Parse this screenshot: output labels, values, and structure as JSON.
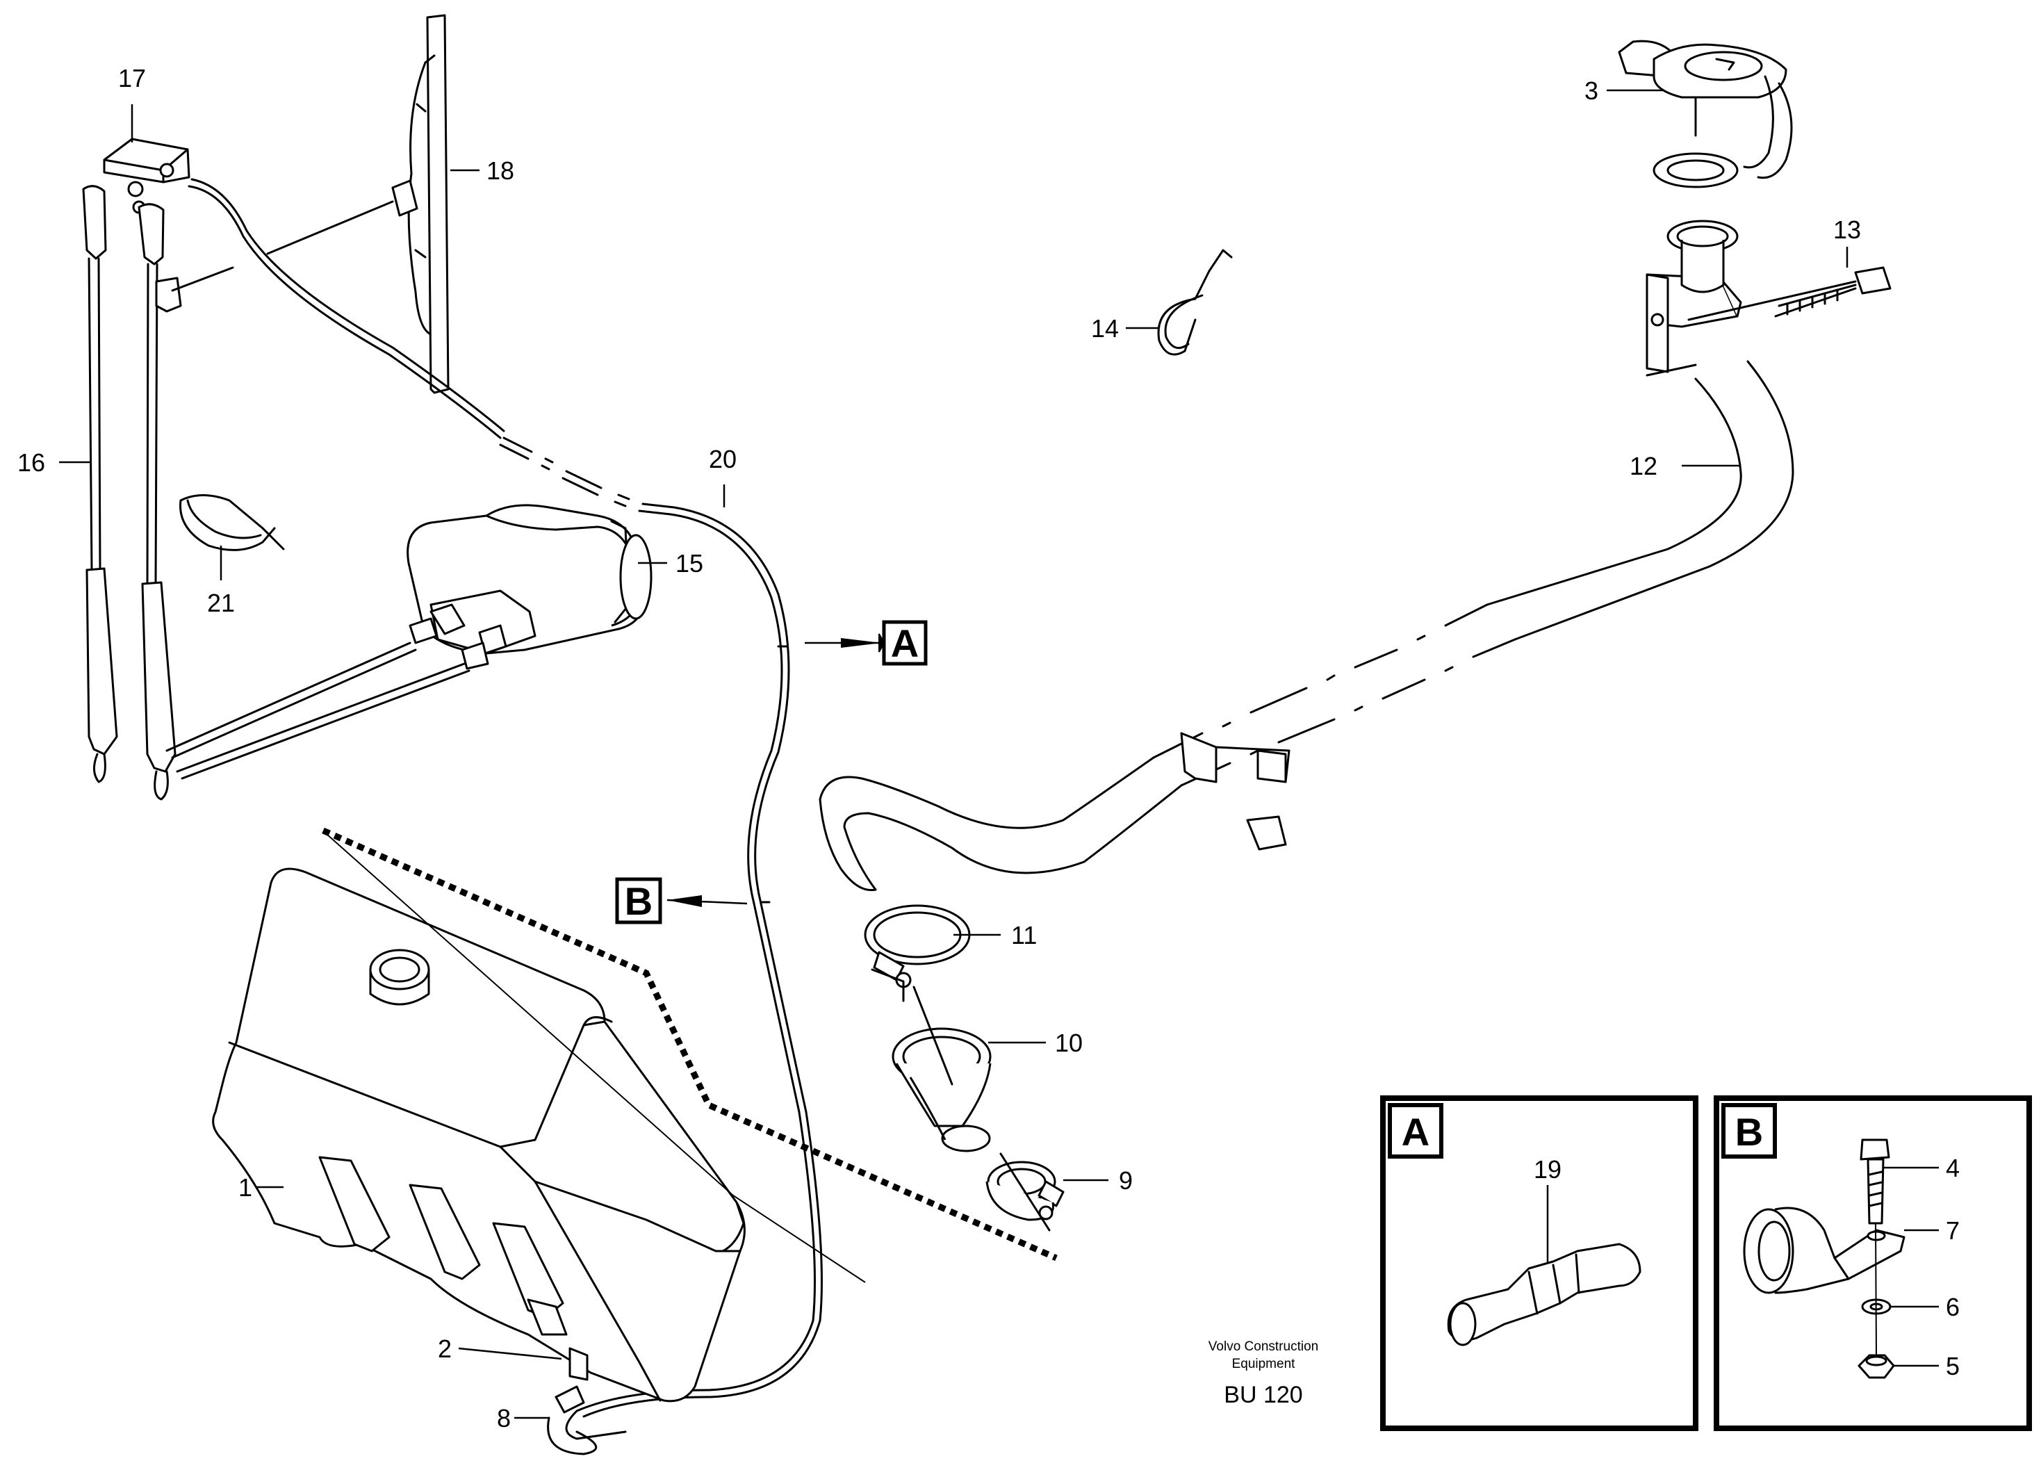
{
  "diagram": {
    "labels": {
      "p1": "1",
      "p2": "2",
      "p3": "3",
      "p4": "4",
      "p5": "5",
      "p6": "6",
      "p7": "7",
      "p8": "8",
      "p9": "9",
      "p10": "10",
      "p11": "11",
      "p12": "12",
      "p13": "13",
      "p14": "14",
      "p15": "15",
      "p16": "16",
      "p17": "17",
      "p18": "18",
      "p19": "19",
      "p20": "20",
      "p21": "21"
    },
    "callouts": {
      "a": "A",
      "b": "B"
    },
    "insets": {
      "a": "A",
      "b": "B"
    },
    "footer": {
      "brand_line1": "Volvo Construction",
      "brand_line2": "Equipment",
      "code": "BU 120"
    }
  }
}
